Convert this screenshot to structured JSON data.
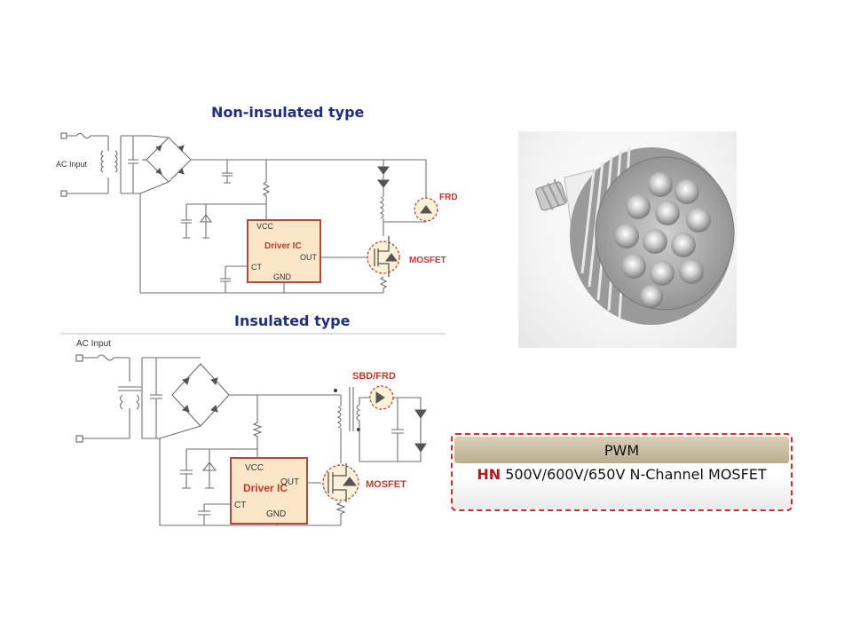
{
  "diagram_top": {
    "title": "Non-insulated type",
    "labels": {
      "ac_input": "AC Input",
      "vcc": "VCC",
      "driver_ic": "Driver IC",
      "out": "OUT",
      "ct": "CT",
      "gnd": "GND",
      "frd": "FRD",
      "mosfet": "MOSFET"
    }
  },
  "diagram_bottom": {
    "title": "Insulated type",
    "labels": {
      "ac_input": "AC Input",
      "sbd_frd": "SBD/FRD",
      "vcc": "VCC",
      "driver_ic": "Driver IC",
      "out": "OUT",
      "ct": "CT",
      "gnd": "GND",
      "mosfet": "MOSFET"
    }
  },
  "product_box": {
    "title": "PWM",
    "brand": "HN",
    "description": "500V/600V/650V N-Channel MOSFET"
  },
  "colors": {
    "title": "#1f2f7a",
    "accent": "#c0392b",
    "box_border": "#d42a2a"
  }
}
